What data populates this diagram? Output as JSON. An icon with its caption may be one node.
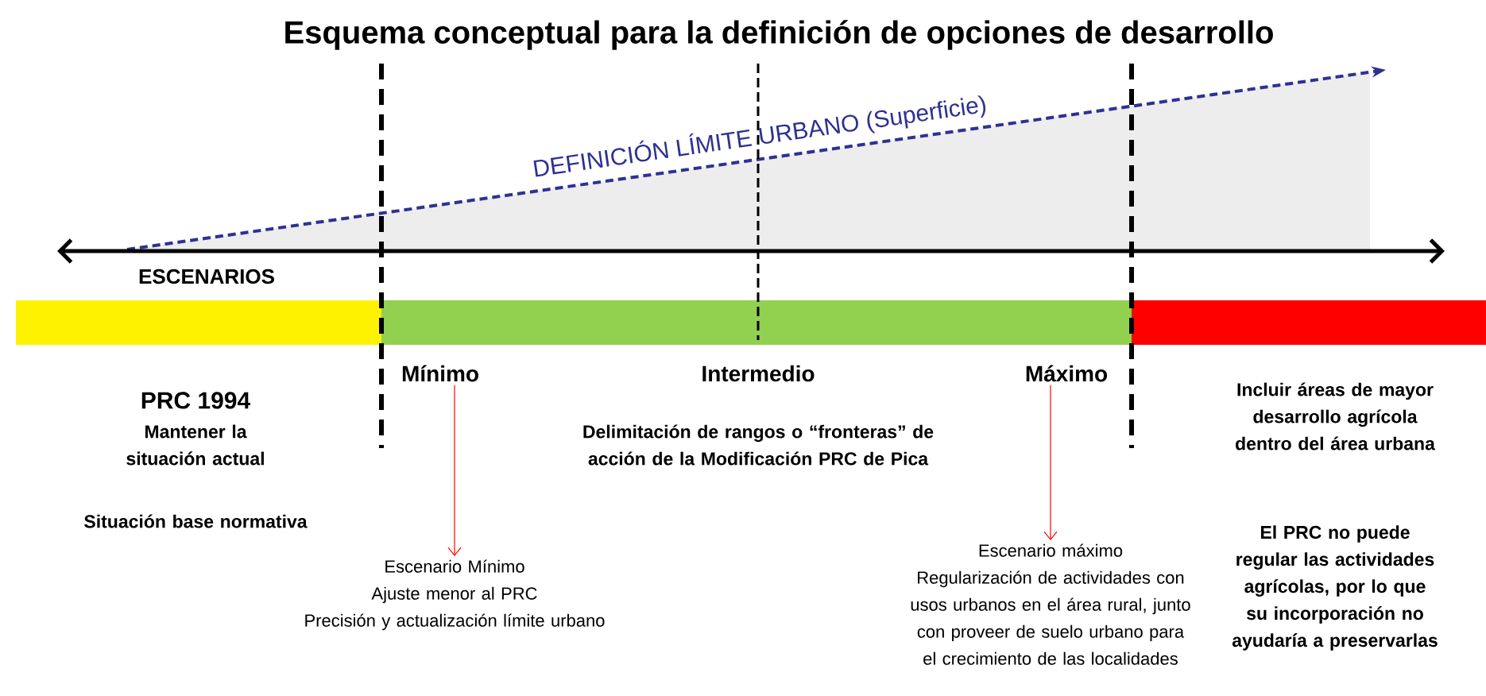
{
  "diagram": {
    "title": "Esquema conceptual para la definición de opciones de desarrollo",
    "nodes": [
      {
        "text": [
          "Mínimo"
        ]
      },
      {
        "text": [
          "Escenario Mínimo",
          "Ajuste menor al PRC",
          "Precisión y actualización límite urbano"
        ]
      },
      {
        "text": [
          "Máximo"
        ]
      },
      {
        "text": [
          "Escenario máximo",
          "Regularización de actividades con usos urbanos en el área rural, junto con proveer de suelo urbano para el crecimiento de las localidades"
        ]
      }
    ],
    "edges": [
      {
        "from": 0,
        "to": 1,
        "arrow": "to"
      },
      {
        "from": 2,
        "to": 3,
        "arrow": "to"
      }
    ],
    "labels": [
      "DEFINICIÓN LÍMITE URBANO (Superficie)",
      "ESCENARIOS",
      "Intermedio",
      "PRC 1994",
      "Mantener la situación actual",
      "Situación base normativa",
      "Delimitación de rangos o “fronteras” de acción de la Modificación PRC de Pica",
      "Incluir áreas de mayor desarrollo agrícola dentro del área urbana",
      "El PRC no puede regular las actividades agrícolas, por lo que su incorporación no ayudaría a preservarlas"
    ]
  }
}
